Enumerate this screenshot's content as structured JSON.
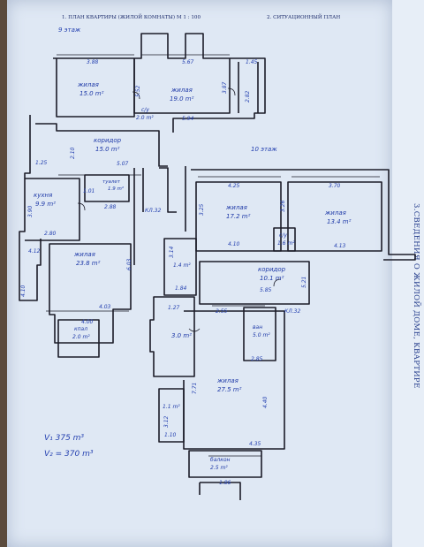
{
  "header": {
    "plan_title": "1. ПЛАН КВАРТИРЫ (ЖИЛОЙ КОМНАТЫ) М 1 : 100",
    "situation_title": "2. СИТУАЦИОННЫЙ ПЛАН"
  },
  "side_caption": "3.СВЕДЕНИЯ О ЖИЛОЙ ДОМЕ, КВАРТИРЕ",
  "floors": {
    "floor_9": "9 этаж",
    "floor_10": "10 этаж"
  },
  "rooms": {
    "r1_name": "жилая",
    "r1_area": "15.0 m²",
    "r2_name": "жилая",
    "r2_area": "19.0 m²",
    "wc_name": "с/у",
    "wc_area": "2.0 m²",
    "hall9_name": "коридор",
    "hall9_area": "15.0 m²",
    "kitchen_name": "кухня",
    "kitchen_area": "9.9 m²",
    "toilet_name": "туалет",
    "toilet_area": "1.9 m²",
    "big9_name": "жилая",
    "big9_area": "23.8 m²",
    "balc9_name": "кпал",
    "balc9_area": "2.0 m²",
    "ldk_name": "КЛ.32",
    "r3_name": "жилая",
    "r3_area": "17.2 m²",
    "r4_name": "жилая",
    "r4_area": "13.4 m²",
    "wc10_name": "с/у",
    "wc10_area": "1.6 m²",
    "hall10_name": "коридор",
    "hall10_area": "10.1 m²",
    "small10_area": "1.4 m²",
    "vest_area": "3.0 m²",
    "bath_name": "ван",
    "bath_area": "5.0 m²",
    "ldk10_name": "КЛ.32",
    "big10_name": "жилая",
    "big10_area": "27.5 m²",
    "bay_area": "1.1 m²",
    "balc10_name": "балкон",
    "balc10_area": "2.5 m²"
  },
  "dims": {
    "d_388": "3.88",
    "d_567": "5.67",
    "d_145": "1.45",
    "d_552": "5.52",
    "d_387": "3.87",
    "d_594": "5.94",
    "d_282": "2.82",
    "d_210": "2.10",
    "d_125": "1.25",
    "d_507": "5.07",
    "d_101": "1.01",
    "d_390": "3.90",
    "d_288": "2.88",
    "d_280": "2.80",
    "d_412": "4.12",
    "d_410": "4.10",
    "d_403": "4.03",
    "d_603": "6.03",
    "d_400": "4.00",
    "d_425": "4.25",
    "d_370": "3.70",
    "d_325": "3.25",
    "d_326": "3.26",
    "d_410b": "4.10",
    "d_413": "4.13",
    "d_314": "3.14",
    "d_521": "5.21",
    "d_255": "2.55",
    "d_184": "1.84",
    "d_127": "1.27",
    "d_585": "5.85",
    "d_285": "2.85",
    "d_771": "7.71",
    "d_440": "4.40",
    "d_312": "3.12",
    "d_110": "1.10",
    "d_435": "4.35",
    "d_186": "1.86"
  },
  "volumes": {
    "v1": "V₁ 375 m³",
    "v2": "V₂ = 370 m³"
  }
}
